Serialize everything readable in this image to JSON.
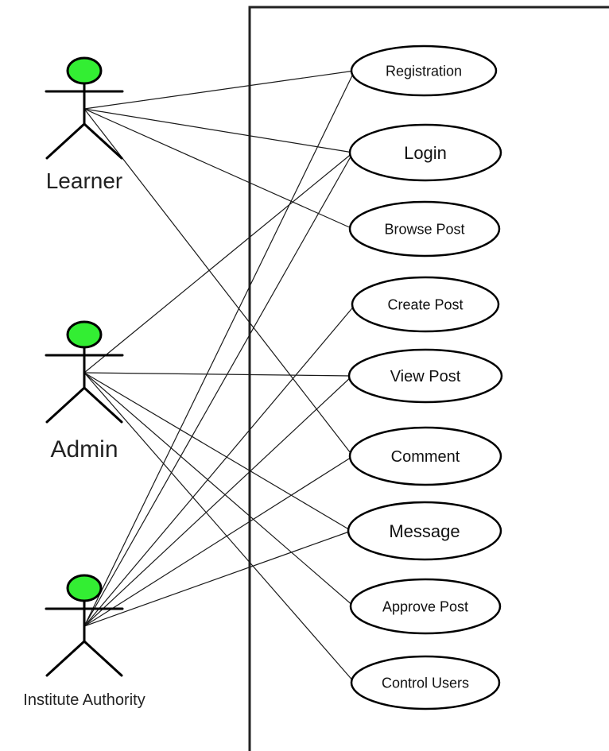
{
  "actors": [
    {
      "id": "learner",
      "label": "Learner",
      "head_color": "#33ee33"
    },
    {
      "id": "admin",
      "label": "Admin",
      "head_color": "#33ee33"
    },
    {
      "id": "institute",
      "label": "Institute Authority",
      "head_color": "#33ee33"
    }
  ],
  "use_cases": [
    {
      "id": "registration",
      "label": "Registration"
    },
    {
      "id": "login",
      "label": "Login"
    },
    {
      "id": "browse_post",
      "label": "Browse Post"
    },
    {
      "id": "create_post",
      "label": "Create Post"
    },
    {
      "id": "view_post",
      "label": "View Post"
    },
    {
      "id": "comment",
      "label": "Comment"
    },
    {
      "id": "message",
      "label": "Message"
    },
    {
      "id": "approve_post",
      "label": "Approve Post"
    },
    {
      "id": "control_users",
      "label": "Control Users"
    }
  ],
  "associations": [
    {
      "actor": "learner",
      "use_case": "registration"
    },
    {
      "actor": "learner",
      "use_case": "login"
    },
    {
      "actor": "learner",
      "use_case": "browse_post"
    },
    {
      "actor": "learner",
      "use_case": "comment"
    },
    {
      "actor": "admin",
      "use_case": "login"
    },
    {
      "actor": "admin",
      "use_case": "view_post"
    },
    {
      "actor": "admin",
      "use_case": "message"
    },
    {
      "actor": "admin",
      "use_case": "approve_post"
    },
    {
      "actor": "admin",
      "use_case": "control_users"
    },
    {
      "actor": "institute",
      "use_case": "registration"
    },
    {
      "actor": "institute",
      "use_case": "login"
    },
    {
      "actor": "institute",
      "use_case": "create_post"
    },
    {
      "actor": "institute",
      "use_case": "view_post"
    },
    {
      "actor": "institute",
      "use_case": "comment"
    },
    {
      "actor": "institute",
      "use_case": "message"
    }
  ]
}
